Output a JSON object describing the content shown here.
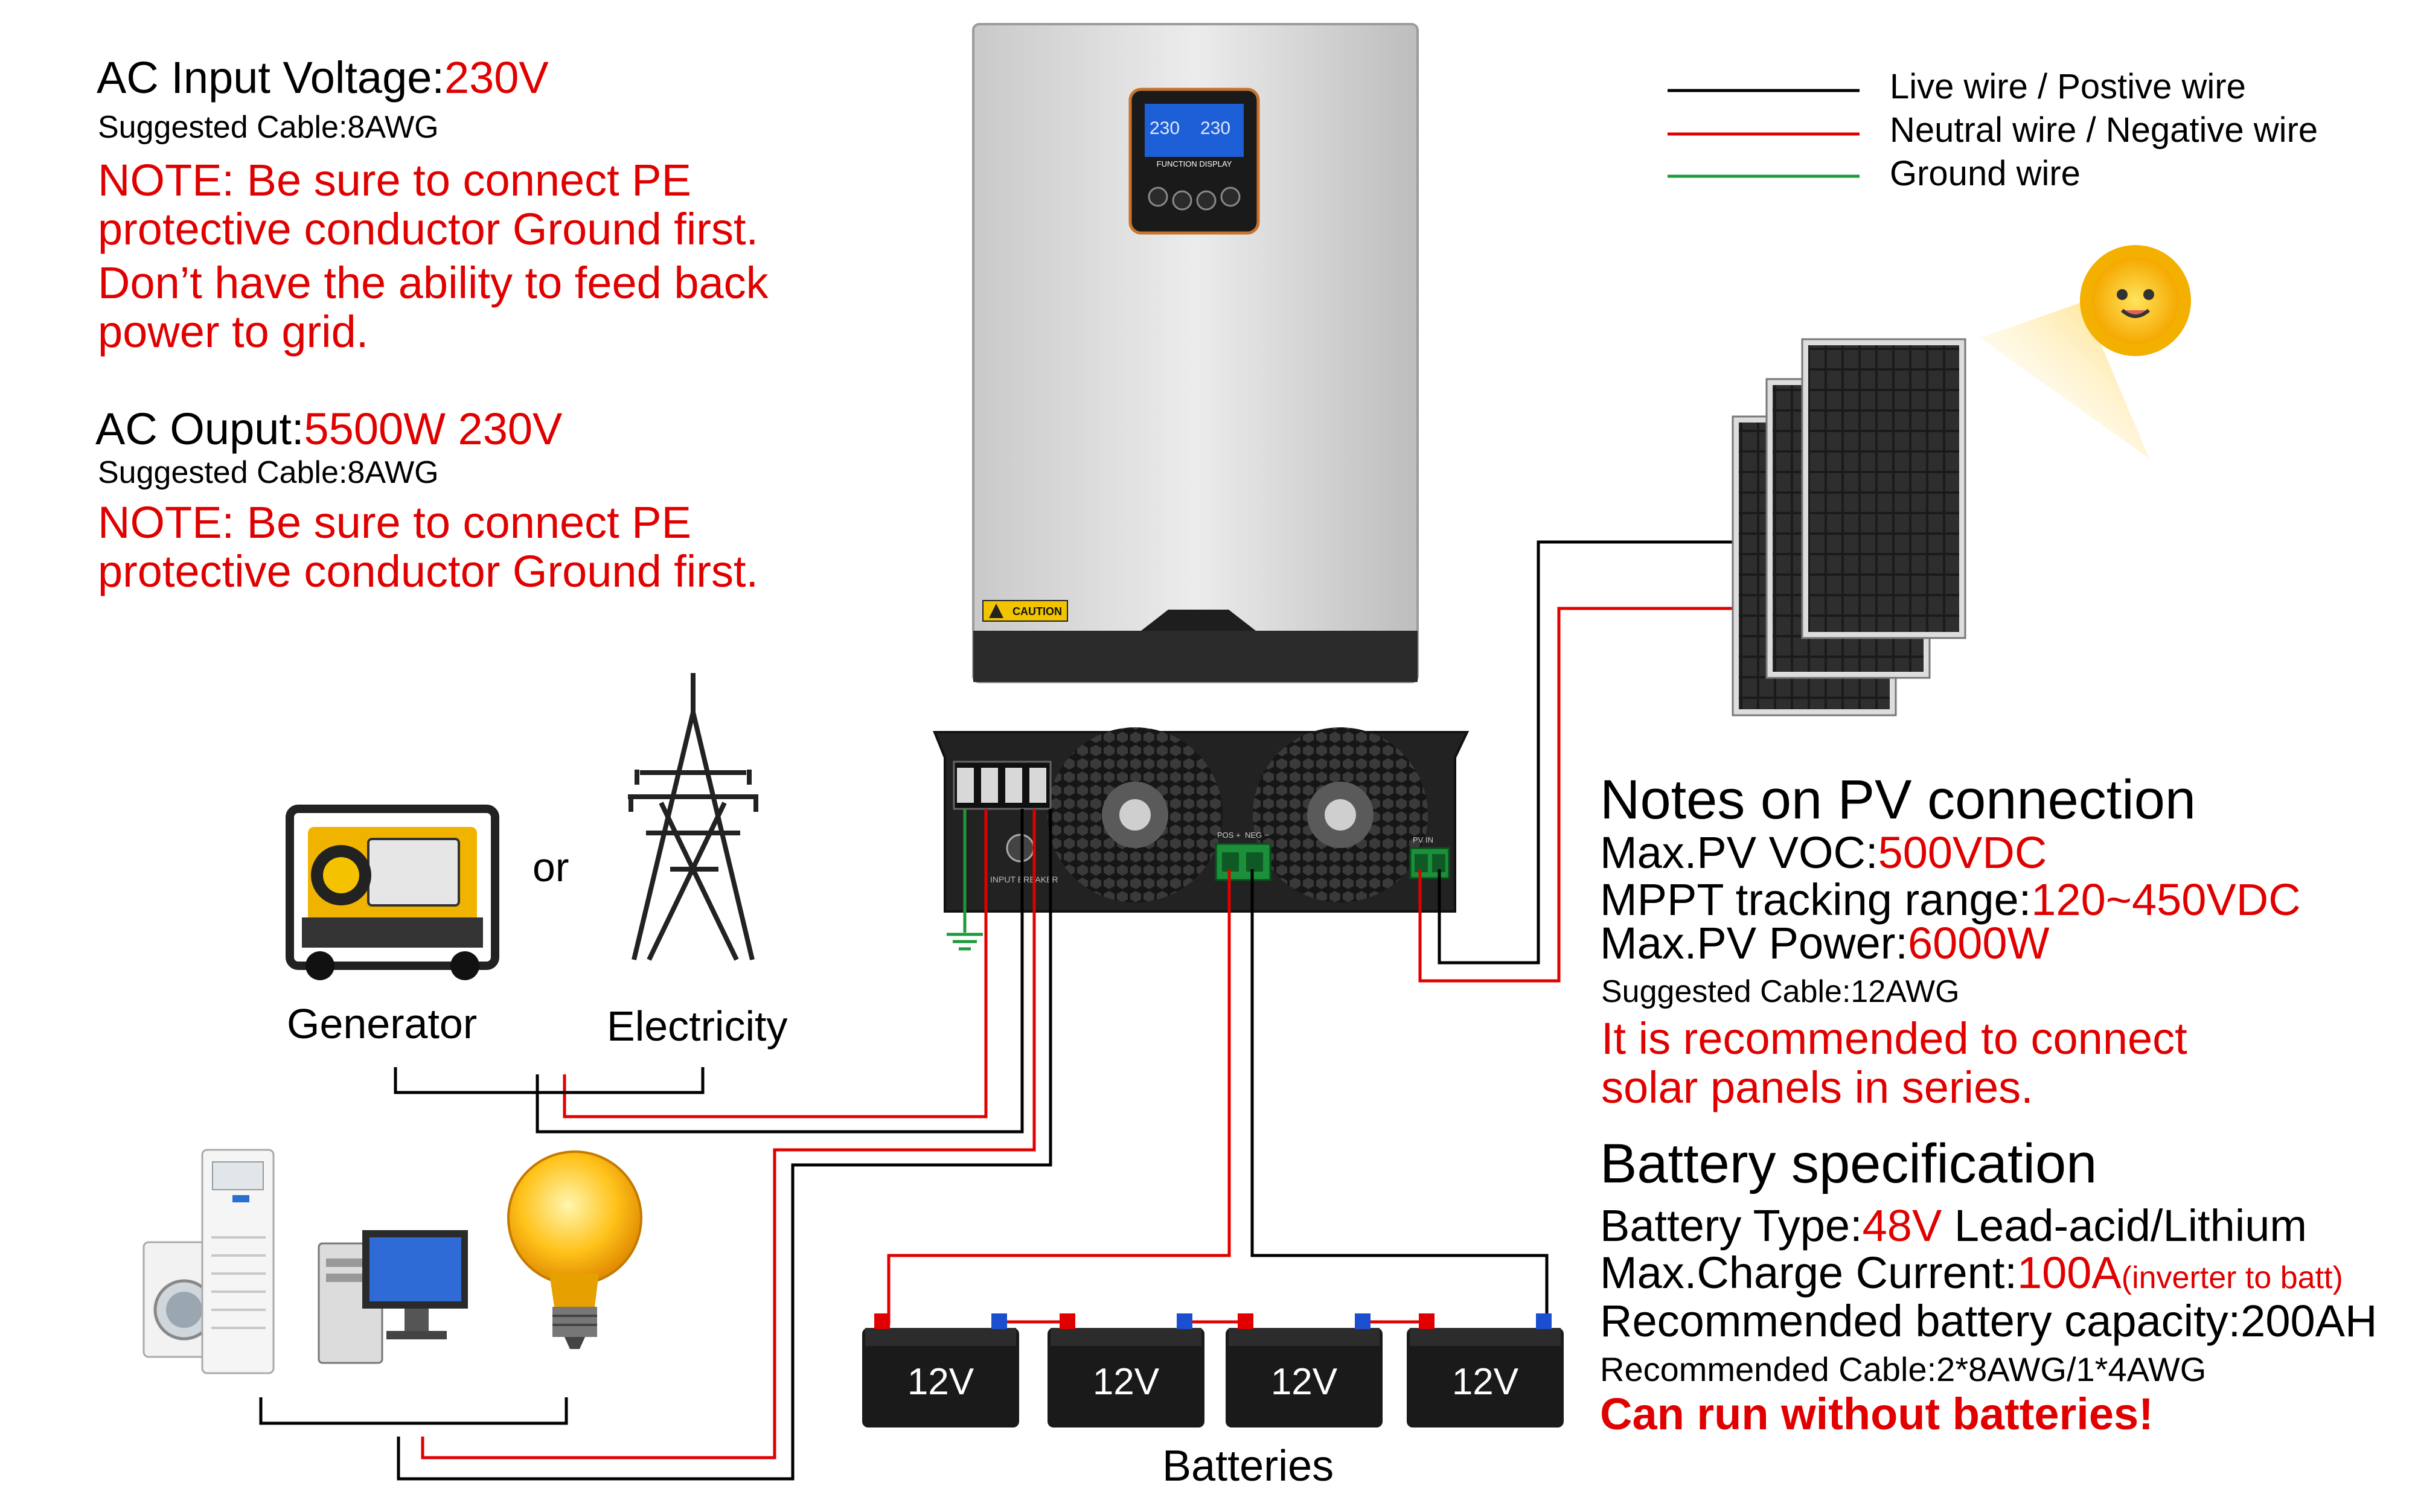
{
  "ac_input": {
    "label": "AC Input Voltage:",
    "value": "230V",
    "cable": "Suggested Cable:8AWG",
    "note_line1": "NOTE: Be sure to connect PE",
    "note_line2": "protective conductor Ground first.",
    "feed_line1": "Don’t have the ability to feed back",
    "feed_line2": "power to grid."
  },
  "ac_output": {
    "label": "AC Ouput:",
    "value": "5500W 230V",
    "cable": "Suggested Cable:8AWG",
    "note_line1": "NOTE: Be sure to connect PE",
    "note_line2": "protective conductor Ground first."
  },
  "legend": {
    "items": [
      {
        "label": "Live wire / Postive wire",
        "color": "#000000"
      },
      {
        "label": "Neutral wire / Negative wire",
        "color": "#e00000"
      },
      {
        "label": "Ground wire",
        "color": "#1a9a3a"
      }
    ]
  },
  "inverter": {
    "caution": "CAUTION",
    "panel_title": "FUNCTION DISPLAY",
    "lcd_left": "230",
    "lcd_right": "230",
    "terminal_labels": [
      "INPUT BREAKER",
      "POS +",
      "NEG −",
      "PV IN"
    ]
  },
  "sources": {
    "generator_label": "Generator",
    "or_label": "or",
    "electricity_label": "Electricity"
  },
  "pv_notes": {
    "title": "Notes on PV connection",
    "voc_label": "Max.PV VOC:",
    "voc_value": "500VDC",
    "mppt_label": "MPPT tracking range:",
    "mppt_value": "120~450VDC",
    "power_label": "Max.PV Power:",
    "power_value": "6000W",
    "cable": "Suggested Cable:12AWG",
    "rec_line1": "It is recommended to connect",
    "rec_line2": "solar panels in series."
  },
  "battery_spec": {
    "title": "Battery specification",
    "type_label": "Battery Type:",
    "type_value": "48V",
    "type_suffix": " Lead-acid/Lithium",
    "charge_label": "Max.Charge Current:",
    "charge_value": "100A",
    "charge_suffix": "(inverter to batt)",
    "capacity": "Recommended battery capacity:200AH",
    "cable": "Recommended Cable:2*8AWG/1*4AWG",
    "no_battery": "Can run without batteries!"
  },
  "batteries": {
    "label": "Batteries",
    "units": [
      "12V",
      "12V",
      "12V",
      "12V"
    ]
  },
  "colors": {
    "live": "#000000",
    "neutral": "#e00000",
    "ground": "#1a9a3a",
    "accent_red": "#e00000"
  }
}
